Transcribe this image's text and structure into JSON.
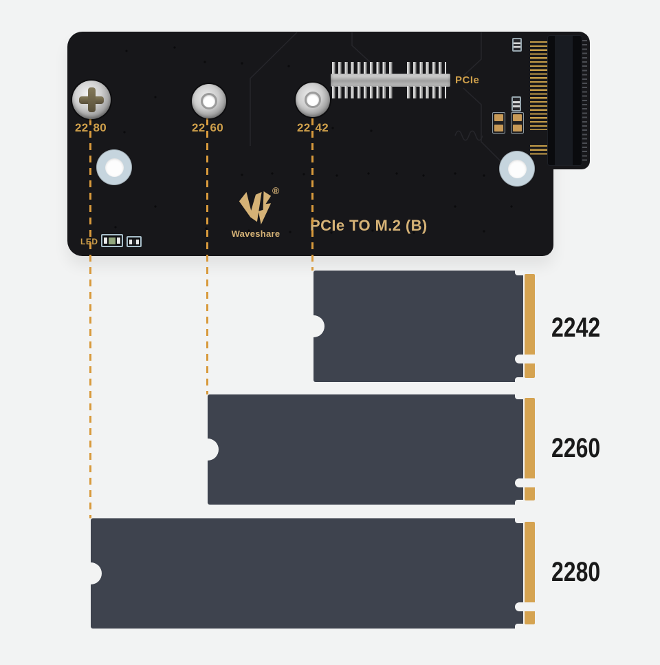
{
  "description": "Waveshare PCIe TO M.2 (B) adapter board shown with supported M.2 SSD lengths 2242 / 2260 / 2280",
  "theme": {
    "background": "#f2f3f3",
    "pcb": "#17171a",
    "silkscreen_gold": "#cfa04b",
    "title_gold": "#d5b276",
    "guide_line": "#d89a3c",
    "ssd_body": "#3e434e",
    "connector_gold": "#d5a351",
    "size_label_text": "#1a1a1a"
  },
  "board": {
    "pcie_port_label": "PCIe",
    "led_label": "LED",
    "brand": "Waveshare",
    "registered_mark": "®",
    "product_title": "PCIe TO M.2 (B)",
    "standoff_labels": [
      {
        "label": "2280",
        "prefix": "22",
        "suffix": "80"
      },
      {
        "label": "2260",
        "prefix": "22",
        "suffix": "60"
      },
      {
        "label": "2242",
        "prefix": "22",
        "suffix": "42"
      }
    ]
  },
  "ssd_outlines": [
    {
      "label": "2242"
    },
    {
      "label": "2260"
    },
    {
      "label": "2280"
    }
  ]
}
